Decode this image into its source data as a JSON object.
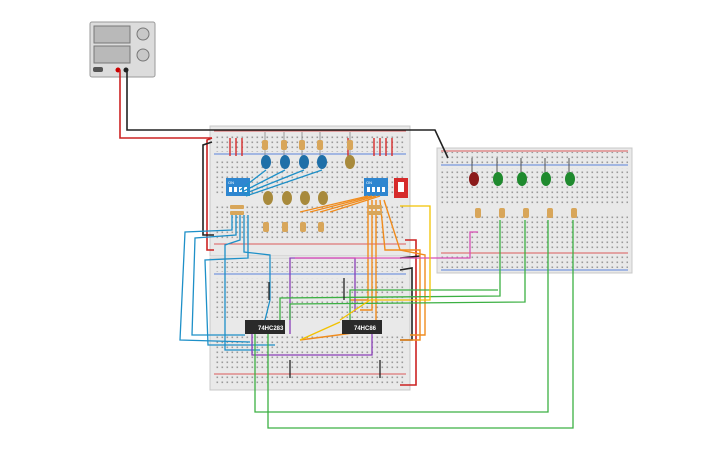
{
  "circuit": {
    "chips": [
      {
        "id": "chip-left",
        "label": "74HC283"
      },
      {
        "id": "chip-right",
        "label": "74HC86"
      }
    ],
    "dip_switches": [
      {
        "id": "dip-left",
        "label": "ON",
        "pins": [
          "1",
          "2",
          "3",
          "4"
        ]
      },
      {
        "id": "dip-right",
        "label": "ON",
        "pins": [
          "1",
          "2",
          "3",
          "4"
        ]
      }
    ],
    "leds_top": [
      "blue",
      "blue",
      "blue",
      "blue",
      "yellow"
    ],
    "leds_mid": [
      "yellow",
      "yellow",
      "yellow",
      "yellow"
    ],
    "leds_right": [
      "red",
      "green",
      "green",
      "green",
      "green"
    ],
    "colors": {
      "board": "#e9e9e9",
      "rail_red": "#d62b2b",
      "rail_blue": "#2b5fd6",
      "wire_red": "#cc2222",
      "wire_black": "#222222",
      "wire_blue": "#1e90c8",
      "wire_green": "#3cb043",
      "wire_orange": "#f08c1e",
      "wire_yellow": "#f2c200",
      "wire_purple": "#8a3fb8",
      "wire_pink": "#d84fb5",
      "led_blue": "#1f6fa8",
      "led_yellow": "#a88a3c",
      "led_red": "#8b1a1a",
      "led_green": "#1f8a2e",
      "chip": "#2a2a2a",
      "dip": "#2e86d0"
    }
  }
}
